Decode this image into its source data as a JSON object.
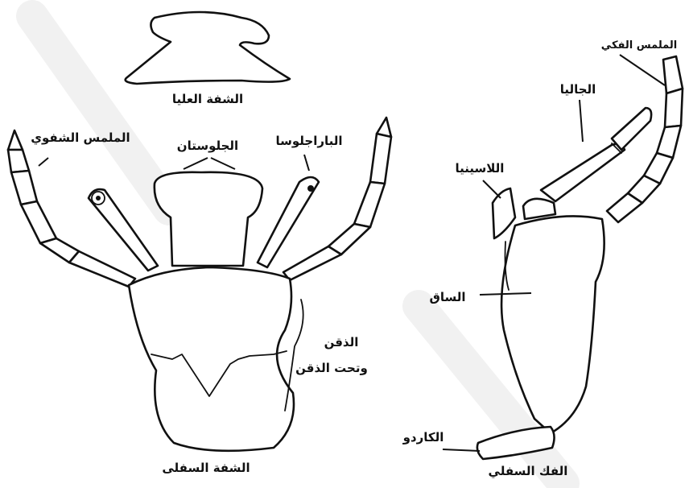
{
  "labels": {
    "upper_lip": "الشفة العليا",
    "labial_palp": "الملمس الشفوي",
    "glossae": "الجلوستان",
    "paraglossae": "الباراجلوسا",
    "chin": "الذقن",
    "under_chin": "وتحت الذقن",
    "lower_lip": "الشفة السفلى",
    "maxillary_palp": "الملمس الفكي",
    "galea": "الجاليا",
    "lacinia": "اللاسينيا",
    "stipes": "الساق",
    "cardo": "الكاردو",
    "lower_jaw": "الفك السفلي"
  }
}
